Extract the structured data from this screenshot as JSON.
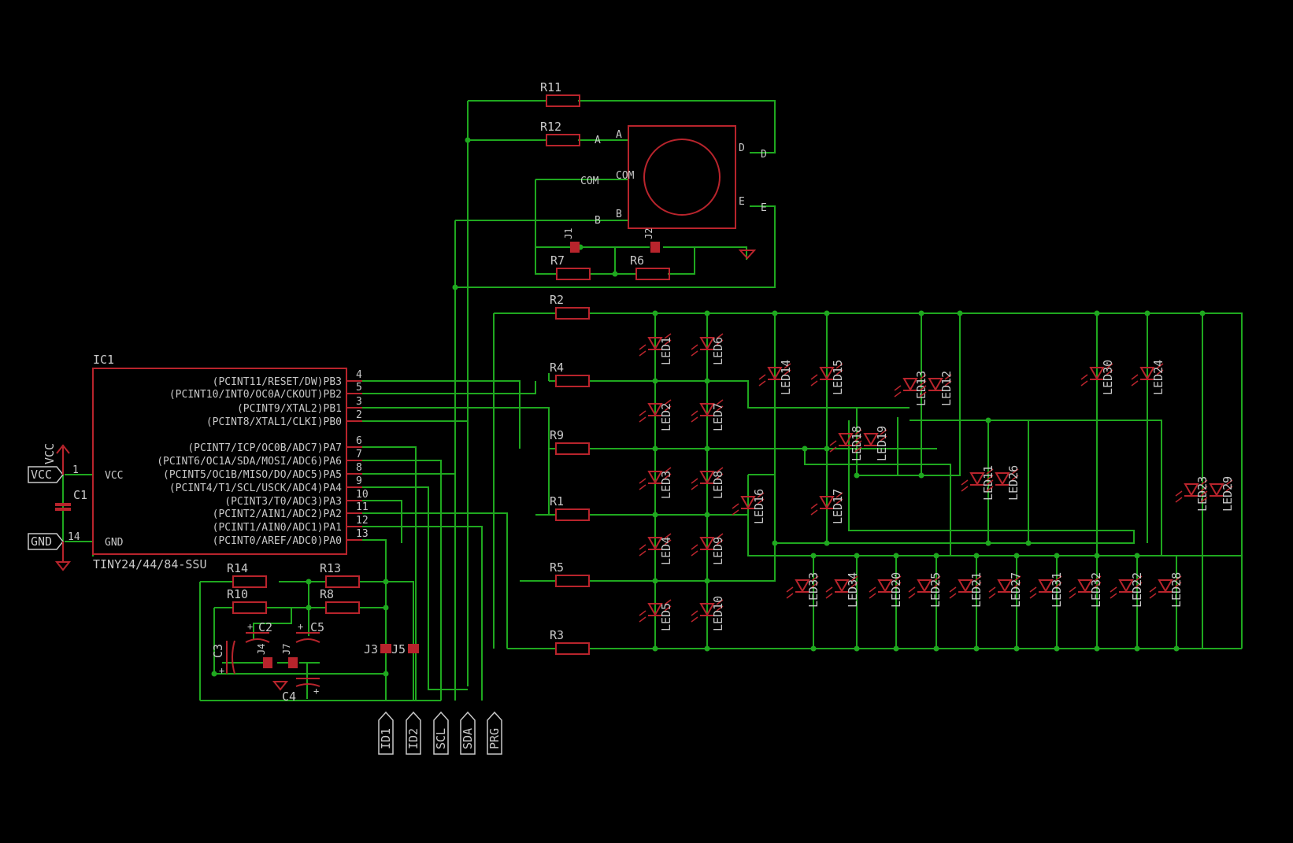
{
  "ic": {
    "name": "IC1",
    "device": "TINY24/44/84-SSU",
    "vcc_label": "VCC",
    "gnd_label": "GND",
    "pins_right": [
      {
        "fn": "(PCINT11/RESET/DW)PB3",
        "num": "4"
      },
      {
        "fn": "(PCINT10/INT0/OC0A/CKOUT)PB2",
        "num": "5"
      },
      {
        "fn": "(PCINT9/XTAL2)PB1",
        "num": "3"
      },
      {
        "fn": "(PCINT8/XTAL1/CLKI)PB0",
        "num": "2"
      },
      {
        "fn": "(PCINT7/ICP/OC0B/ADC7)PA7",
        "num": "6"
      },
      {
        "fn": "(PCINT6/OC1A/SDA/MOSI/ADC6)PA6",
        "num": "7"
      },
      {
        "fn": "(PCINT5/OC1B/MISO/DO/ADC5)PA5",
        "num": "8"
      },
      {
        "fn": "(PCINT4/T1/SCL/USCK/ADC4)PA4",
        "num": "9"
      },
      {
        "fn": "(PCINT3/T0/ADC3)PA3",
        "num": "10"
      },
      {
        "fn": "(PCINT2/AIN1/ADC2)PA2",
        "num": "11"
      },
      {
        "fn": "(PCINT1/AIN0/ADC1)PA1",
        "num": "12"
      },
      {
        "fn": "(PCINT0/AREF/ADC0)PA0",
        "num": "13"
      }
    ],
    "vcc_pin": "1",
    "gnd_pin": "14"
  },
  "supply": {
    "vcc": "VCC",
    "gnd": "GND",
    "vcc_rail": "VCC",
    "c1": "C1"
  },
  "connectors": [
    "ID1",
    "ID2",
    "SCL",
    "SDA",
    "PRG"
  ],
  "display": {
    "a": "A",
    "b": "B",
    "d": "D",
    "e": "E",
    "com": "COM"
  },
  "resistors": {
    "R11": "R11",
    "R12": "R12",
    "R7": "R7",
    "R6": "R6",
    "R2": "R2",
    "R4": "R4",
    "R9": "R9",
    "R1": "R1",
    "R5": "R5",
    "R3": "R3",
    "R14": "R14",
    "R13": "R13",
    "R10": "R10",
    "R8": "R8"
  },
  "caps": {
    "C2": "C2",
    "C5": "C5",
    "C3": "C3",
    "C4": "C4"
  },
  "jumpers": {
    "J1": "J1",
    "J2": "J2",
    "J3": "J3",
    "J5": "J5",
    "J4": "J4",
    "J7": "J7"
  },
  "leds": {
    "col1": [
      "LED1",
      "LED2",
      "LED3",
      "LED4",
      "LED5"
    ],
    "col2": [
      "LED6",
      "LED7",
      "LED8",
      "LED9",
      "LED10"
    ],
    "upper": [
      [
        "LED14"
      ],
      [
        "LED15"
      ],
      [
        "LED13",
        "LED12"
      ],
      [
        "LED18",
        "LED19"
      ],
      [
        "LED16"
      ],
      [
        "LED17"
      ],
      [
        "LED11",
        "LED26"
      ],
      [
        "LED30"
      ],
      [
        "LED24"
      ],
      [
        "LED23",
        "LED29"
      ]
    ],
    "bottom": [
      [
        "LED33",
        "LED34"
      ],
      [
        "LED20",
        "LED25"
      ],
      [
        "LED21",
        "LED27"
      ],
      [
        "LED31",
        "LED32"
      ],
      [
        "LED22",
        "LED28"
      ]
    ]
  }
}
